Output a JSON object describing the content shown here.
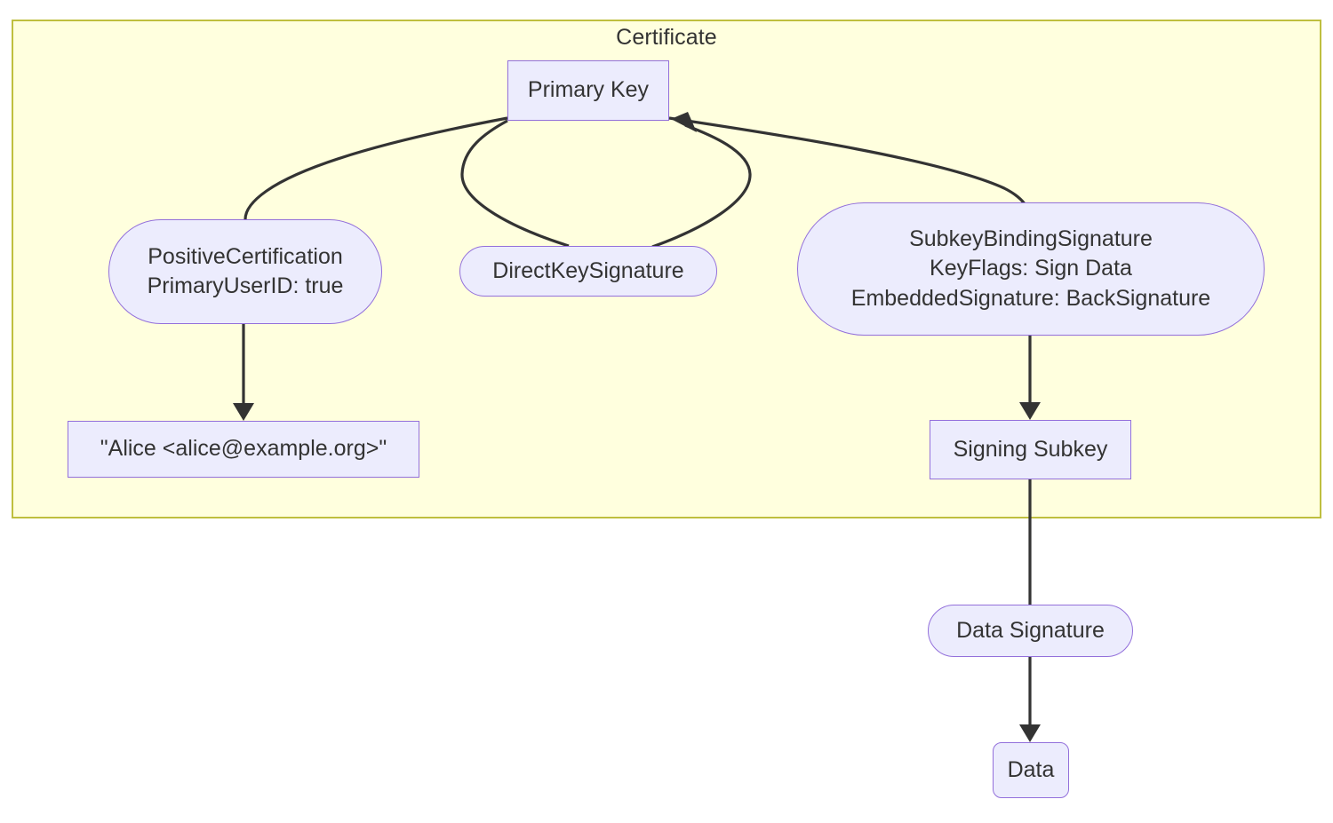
{
  "diagram": {
    "title": "Certificate",
    "type": "flowchart",
    "direction": "top-down",
    "colors": {
      "cluster_background": "#ffffde",
      "cluster_border": "#bfbf3f",
      "node_fill": "#ececfd",
      "node_border": "#9370db",
      "text": "#333333",
      "edge": "#333333",
      "canvas_background": "#ffffff"
    },
    "cluster": {
      "label": "Certificate",
      "contains": [
        "primary-key",
        "positive-certification",
        "direct-key-signature",
        "subkey-binding-signature",
        "user-id",
        "signing-subkey"
      ]
    },
    "nodes": [
      {
        "id": "primary-key",
        "shape": "rect",
        "lines": [
          "Primary Key"
        ],
        "text": "Primary Key"
      },
      {
        "id": "positive-certification",
        "shape": "stadium",
        "lines": [
          "PositiveCertification",
          "PrimaryUserID: true"
        ],
        "text": "PositiveCertification\nPrimaryUserID: true"
      },
      {
        "id": "direct-key-signature",
        "shape": "stadium",
        "lines": [
          "DirectKeySignature"
        ],
        "text": "DirectKeySignature"
      },
      {
        "id": "subkey-binding-signature",
        "shape": "stadium",
        "lines": [
          "SubkeyBindingSignature",
          "KeyFlags: Sign Data",
          "EmbeddedSignature: BackSignature"
        ],
        "text": "SubkeyBindingSignature\nKeyFlags: Sign Data\nEmbeddedSignature: BackSignature"
      },
      {
        "id": "user-id",
        "shape": "rect",
        "lines": [
          "\"Alice <alice@example.org>\""
        ],
        "text": "\"Alice <alice@example.org>\""
      },
      {
        "id": "signing-subkey",
        "shape": "rect",
        "lines": [
          "Signing Subkey"
        ],
        "text": "Signing Subkey"
      },
      {
        "id": "data-signature",
        "shape": "stadium",
        "lines": [
          "Data Signature"
        ],
        "text": "Data Signature"
      },
      {
        "id": "data",
        "shape": "rounded-rect",
        "lines": [
          "Data"
        ],
        "text": "Data"
      }
    ],
    "edges": [
      {
        "from": "primary-key",
        "to": "positive-certification",
        "arrow": false
      },
      {
        "from": "primary-key",
        "to": "direct-key-signature",
        "arrow": false
      },
      {
        "from": "direct-key-signature",
        "to": "primary-key",
        "arrow": true
      },
      {
        "from": "primary-key",
        "to": "subkey-binding-signature",
        "arrow": false
      },
      {
        "from": "positive-certification",
        "to": "user-id",
        "arrow": true
      },
      {
        "from": "subkey-binding-signature",
        "to": "signing-subkey",
        "arrow": true
      },
      {
        "from": "signing-subkey",
        "to": "data-signature",
        "arrow": false
      },
      {
        "from": "data-signature",
        "to": "data",
        "arrow": true
      }
    ]
  }
}
